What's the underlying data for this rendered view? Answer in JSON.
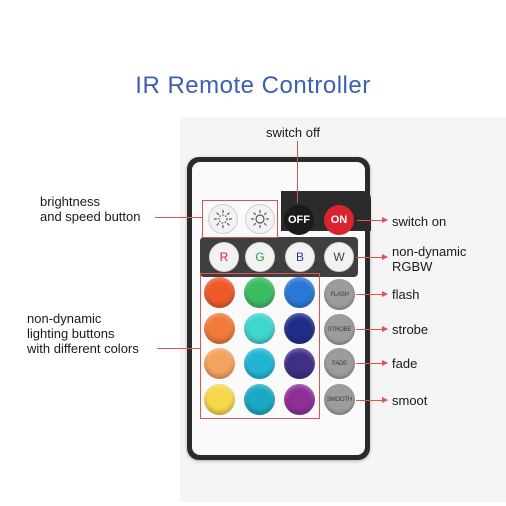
{
  "title": "IR Remote Controller",
  "labels": {
    "switch_off": "switch off",
    "brightness": "brightness\nand speed button",
    "switch_on": "switch on",
    "non_dynamic_rgbw": "non-dynamic\nRGBW",
    "lighting": "non-dynamic\nlighting buttons\nwith different colors",
    "flash": "flash",
    "strobe": "strobe",
    "fade": "fade",
    "smooth": "smoot"
  },
  "buttons": {
    "off": "OFF",
    "on": "ON",
    "r": "R",
    "g": "G",
    "b": "B",
    "w": "W",
    "flash": "FLASH",
    "strobe": "STROBE",
    "fade": "FADE",
    "smooth": "SMOOTH"
  },
  "colors": {
    "title": "#3d5fb0",
    "highlight": "#e05353",
    "r_text": "#d9232e",
    "g_text": "#2f9e44",
    "b_text": "#2b3c9e",
    "grid": [
      "#ef5a2b",
      "#3dbb62",
      "#2a78d6",
      "#f17a3a",
      "#3fd6d0",
      "#1f2e88",
      "#f4a35f",
      "#1fb6d4",
      "#3f2f86",
      "#f7d84a",
      "#19a9c2",
      "#8e2f98"
    ]
  },
  "icons": {
    "brightness_up": "sun-dotted-icon",
    "brightness_down": "sun-icon"
  }
}
